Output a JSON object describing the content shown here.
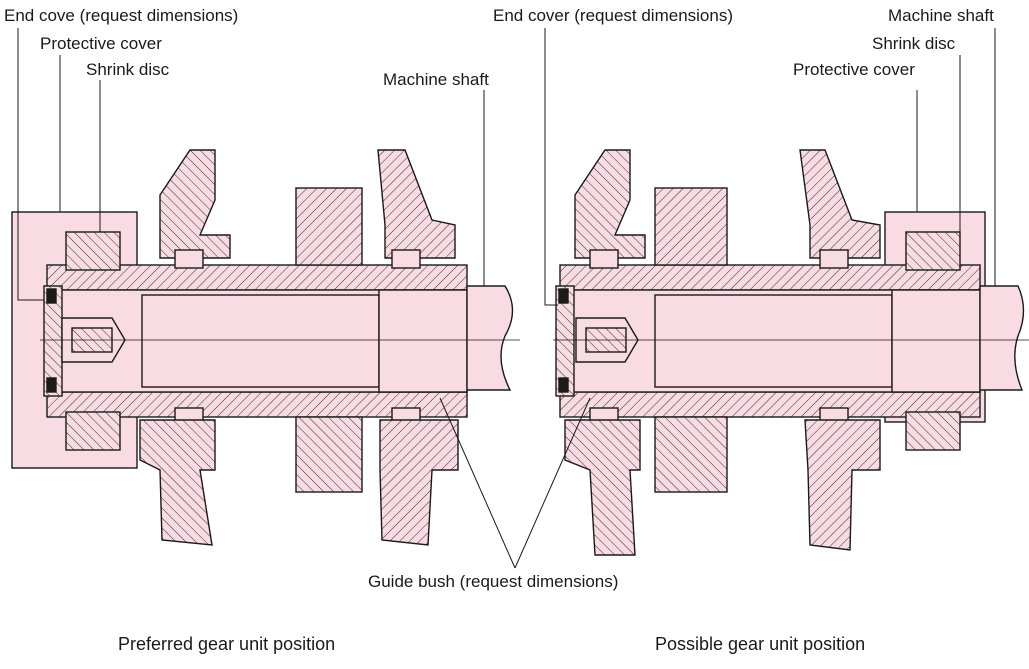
{
  "labels": {
    "left_end_cover": "End cove (request dimensions)",
    "left_protective_cover": "Protective cover",
    "left_shrink_disc": "Shrink disc",
    "left_machine_shaft": "Machine shaft",
    "right_end_cover": "End cover (request dimensions)",
    "right_machine_shaft": "Machine shaft",
    "right_shrink_disc": "Shrink disc",
    "right_protective_cover": "Protective cover",
    "guide_bush": "Guide bush (request dimensions)"
  },
  "captions": {
    "preferred": "Preferred gear unit position",
    "possible": "Possible gear unit position"
  },
  "colors": {
    "fill": "#f9dbe3",
    "fill_dark": "#f0c4cf",
    "line": "#1a1a1a"
  }
}
